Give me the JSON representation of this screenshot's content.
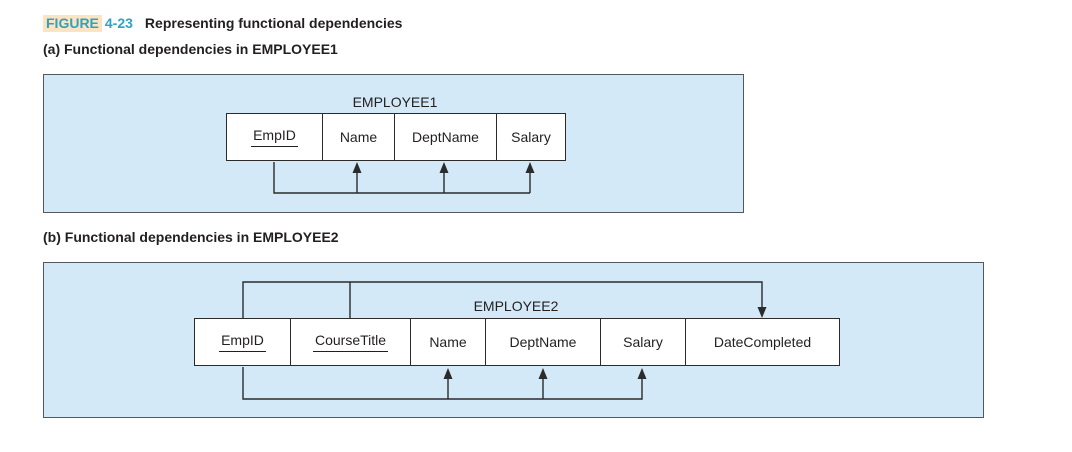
{
  "figure_header": {
    "label": "FIGURE",
    "number": "4-23",
    "title": "Representing functional dependencies"
  },
  "panel_a": {
    "caption": "(a) Functional dependencies in EMPLOYEE1",
    "relation": "EMPLOYEE1",
    "attributes": [
      "EmpID",
      "Name",
      "DeptName",
      "Salary"
    ],
    "key_attributes": [
      "EmpID"
    ],
    "dependencies": [
      {
        "determinant": "EmpID",
        "dependents": [
          "Name",
          "DeptName",
          "Salary"
        ]
      }
    ]
  },
  "panel_b": {
    "caption": "(b) Functional dependencies in EMPLOYEE2",
    "relation": "EMPLOYEE2",
    "attributes": [
      "EmpID",
      "CourseTitle",
      "Name",
      "DeptName",
      "Salary",
      "DateCompleted"
    ],
    "key_attributes": [
      "EmpID",
      "CourseTitle"
    ],
    "dependencies": [
      {
        "determinant": "EmpID",
        "dependents": [
          "Name",
          "DeptName",
          "Salary"
        ]
      },
      {
        "determinant": "EmpID, CourseTitle",
        "dependents": [
          "DateCompleted"
        ]
      }
    ]
  },
  "colors": {
    "teal_accent": "#2ea3c0",
    "figure_label_highlight": "#fce4c2",
    "panel_fill": "#d3e9f7",
    "panel_border": "#54575b",
    "line_color": "#2b2b2b",
    "text_color": "#231f20"
  }
}
